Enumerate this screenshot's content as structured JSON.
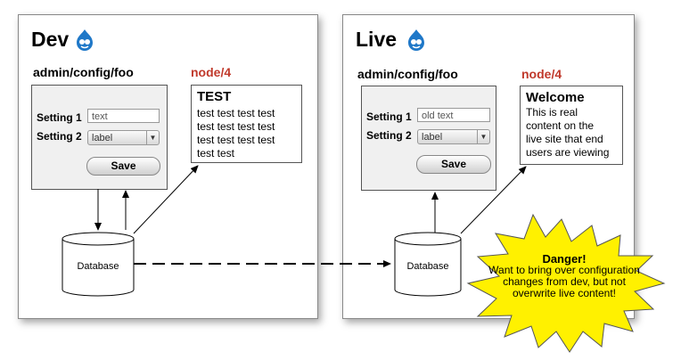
{
  "dev": {
    "title": "Dev",
    "config_path": "admin/config/foo",
    "node_path": "node/4",
    "setting1_label": "Setting 1",
    "setting1_value": "text",
    "setting2_label": "Setting 2",
    "setting2_value": "label",
    "save_label": "Save",
    "content_title": "TEST",
    "content_lines": [
      "test test test test",
      "test test test test",
      "test test test test",
      "test test"
    ],
    "db_label": "Database"
  },
  "live": {
    "title": "Live",
    "config_path": "admin/config/foo",
    "node_path": "node/4",
    "setting1_label": "Setting 1",
    "setting1_value": "old text",
    "setting2_label": "Setting 2",
    "setting2_value": "label",
    "save_label": "Save",
    "content_title": "Welcome",
    "content_lines": [
      "This is real",
      "content on the",
      "live site that end",
      "users are viewing"
    ],
    "db_label": "Database"
  },
  "danger": {
    "title": "Danger!",
    "lines": [
      "Want to bring over configuration",
      "changes from dev, but not",
      "overwrite live content!"
    ]
  },
  "colors": {
    "node_label": "#c0392b",
    "drupal_blue": "#1f78c8",
    "danger_fill": "#fff100"
  },
  "icons": {
    "logo": "drupal-drop-icon",
    "select": "chevron-down-icon"
  }
}
